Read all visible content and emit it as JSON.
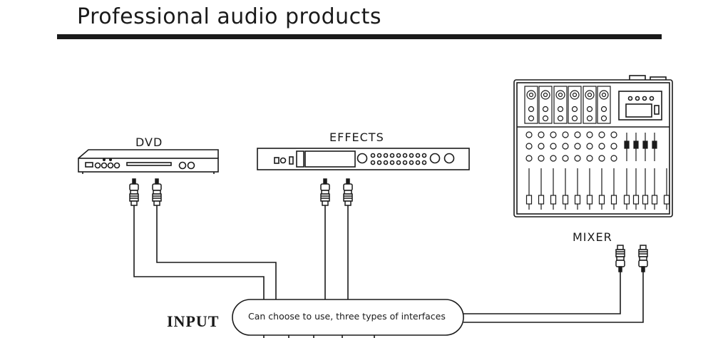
{
  "header": {
    "title": "Professional audio products"
  },
  "devices": {
    "dvd": {
      "label": "DVD"
    },
    "effects": {
      "label": "EFFECTS"
    },
    "mixer": {
      "label": "MIXER"
    }
  },
  "connector": {
    "input_label": "INPUT",
    "description": "Can choose to use, three types of interfaces"
  }
}
